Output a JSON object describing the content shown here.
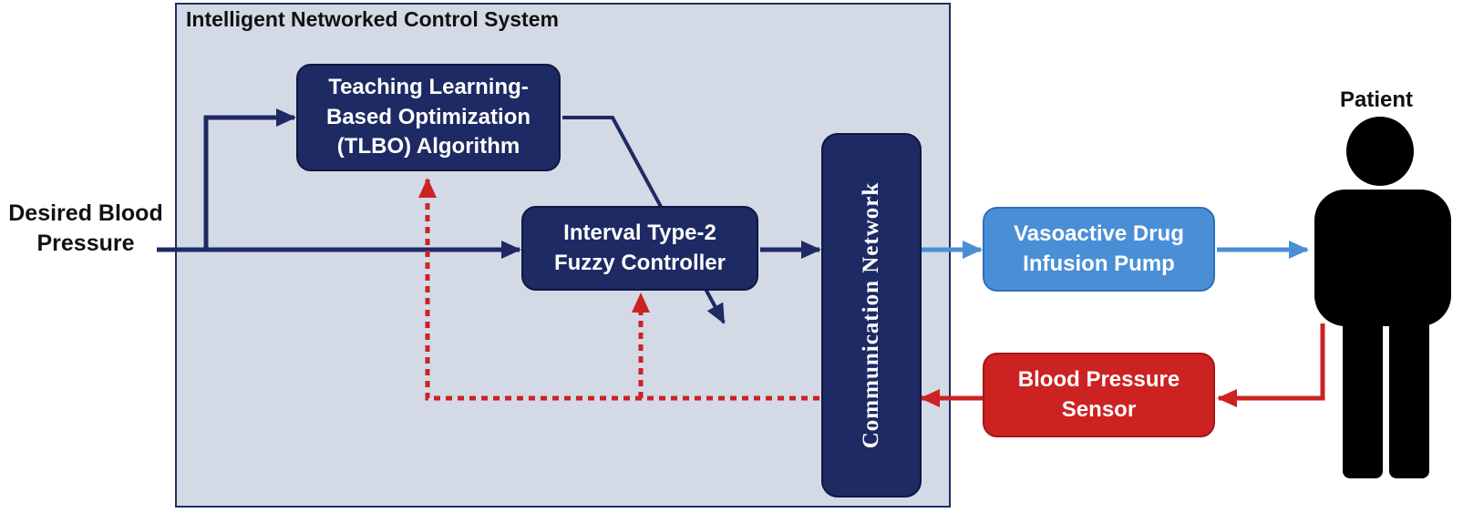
{
  "system": {
    "title": "Intelligent Networked Control System"
  },
  "input": {
    "label_line1": "Desired Blood",
    "label_line2": "Pressure"
  },
  "blocks": {
    "tlbo": {
      "line1": "Teaching Learning-",
      "line2": "Based Optimization",
      "line3": "(TLBO) Algorithm"
    },
    "fuzzy": {
      "line1": "Interval Type-2",
      "line2": "Fuzzy Controller"
    },
    "network": {
      "label": "Communication Network"
    },
    "pump": {
      "line1": "Vasoactive Drug",
      "line2": "Infusion Pump"
    },
    "sensor": {
      "line1": "Blood Pressure",
      "line2": "Sensor"
    }
  },
  "patient": {
    "label": "Patient",
    "icon": "person-icon"
  },
  "colors": {
    "navy": "#1d2a63",
    "system_bg": "#d3dae6",
    "pump_blue": "#4a8fd6",
    "sensor_red": "#cc2222",
    "feedback_red": "#cc2222"
  }
}
